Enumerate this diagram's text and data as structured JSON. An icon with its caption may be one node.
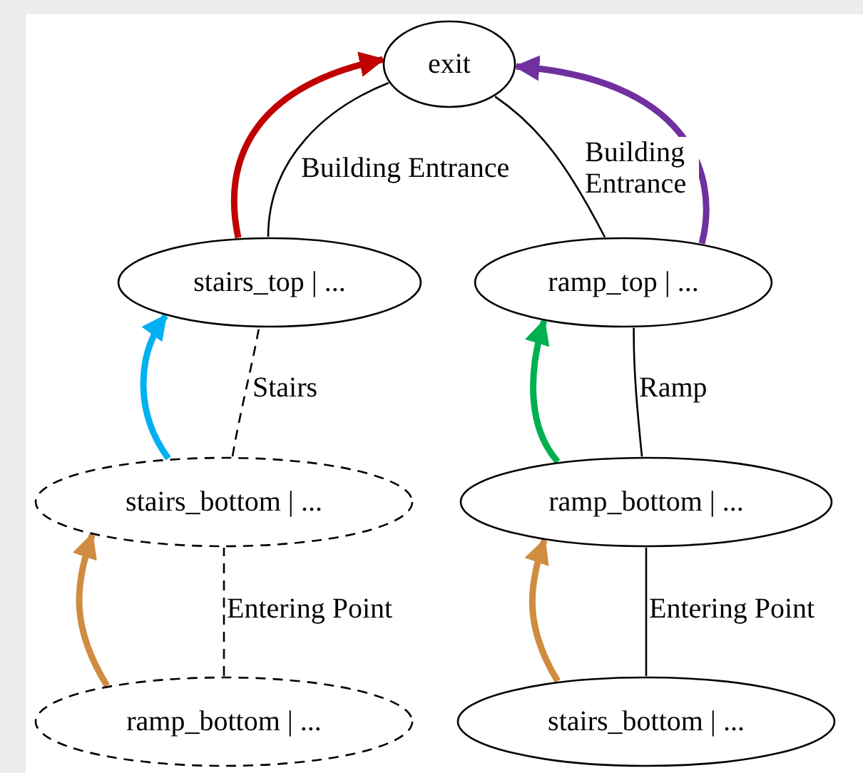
{
  "diagram": {
    "nodes": [
      {
        "text": [
          "exit"
        ]
      },
      {
        "text": [
          "stairs_top | ..."
        ]
      },
      {
        "text": [
          "ramp_top | ..."
        ]
      },
      {
        "text": [
          "stairs_bottom | ..."
        ]
      },
      {
        "text": [
          "ramp_bottom | ..."
        ]
      },
      {
        "text": [
          "ramp_bottom | ..."
        ]
      },
      {
        "text": [
          "stairs_bottom | ..."
        ]
      }
    ],
    "edges": [
      {
        "from": 1,
        "to": 0,
        "arrow": "none",
        "label": "Building Entrance"
      },
      {
        "from": 1,
        "to": 0,
        "arrow": "to",
        "style": "thick",
        "color": "#c00000"
      },
      {
        "from": 2,
        "to": 0,
        "arrow": "none",
        "label": "Building Entrance"
      },
      {
        "from": 2,
        "to": 0,
        "arrow": "to",
        "style": "thick",
        "color": "#7030a0"
      },
      {
        "from": 3,
        "to": 1,
        "arrow": "none",
        "style": "dashed",
        "label": "Stairs"
      },
      {
        "from": 3,
        "to": 1,
        "arrow": "to",
        "style": "thick",
        "color": "#00b0f0"
      },
      {
        "from": 4,
        "to": 2,
        "arrow": "none",
        "label": "Ramp"
      },
      {
        "from": 4,
        "to": 2,
        "arrow": "to",
        "style": "thick",
        "color": "#00b050"
      },
      {
        "from": 5,
        "to": 3,
        "arrow": "none",
        "style": "dashed",
        "label": "Entering Point"
      },
      {
        "from": 5,
        "to": 3,
        "arrow": "to",
        "style": "thick",
        "color": "#d08c40"
      },
      {
        "from": 6,
        "to": 4,
        "arrow": "none",
        "label": "Entering Point"
      },
      {
        "from": 6,
        "to": 4,
        "arrow": "to",
        "style": "thick",
        "color": "#d08c40"
      }
    ]
  }
}
